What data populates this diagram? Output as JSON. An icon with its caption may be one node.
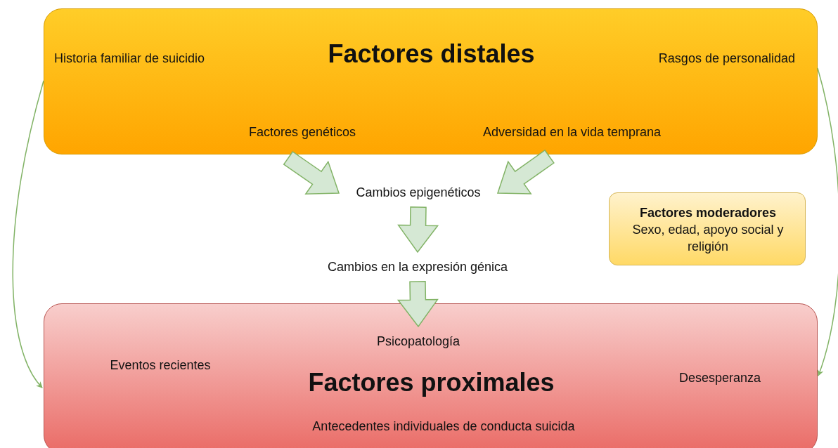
{
  "diagram": {
    "nodes": [
      {
        "text": [
          "Factores distales"
        ]
      },
      {
        "text": [
          "Historia familiar de suicidio"
        ],
        "in": 0
      },
      {
        "text": [
          "Rasgos de personalidad"
        ],
        "in": 0
      },
      {
        "text": [
          "Factores genéticos"
        ],
        "in": 0
      },
      {
        "text": [
          "Adversidad en la vida temprana"
        ],
        "in": 0
      },
      {
        "text": [
          "Cambios epigenéticos"
        ]
      },
      {
        "text": [
          "Cambios en la expresión génica"
        ]
      },
      {
        "text": [
          "Factores proximales"
        ]
      },
      {
        "text": [
          "Psicopatología"
        ],
        "in": 7
      },
      {
        "text": [
          "Eventos recientes"
        ],
        "in": 7
      },
      {
        "text": [
          "Desesperanza"
        ],
        "in": 7
      },
      {
        "text": [
          "Antecedentes individuales de conducta suicida"
        ],
        "in": 7
      },
      {
        "text": [
          "Factores moderadores",
          "Sexo, edad, apoyo social y religión"
        ]
      }
    ],
    "edges": [
      {
        "from": 3,
        "to": 5,
        "arrow": "to",
        "style": "thick"
      },
      {
        "from": 4,
        "to": 5,
        "arrow": "to",
        "style": "thick"
      },
      {
        "from": 5,
        "to": 6,
        "arrow": "to",
        "style": "thick"
      },
      {
        "from": 6,
        "to": 8,
        "arrow": "to",
        "style": "thick"
      },
      {
        "from": 0,
        "to": 7,
        "arrow": "to"
      },
      {
        "from": 0,
        "to": 7,
        "arrow": "to"
      }
    ]
  }
}
